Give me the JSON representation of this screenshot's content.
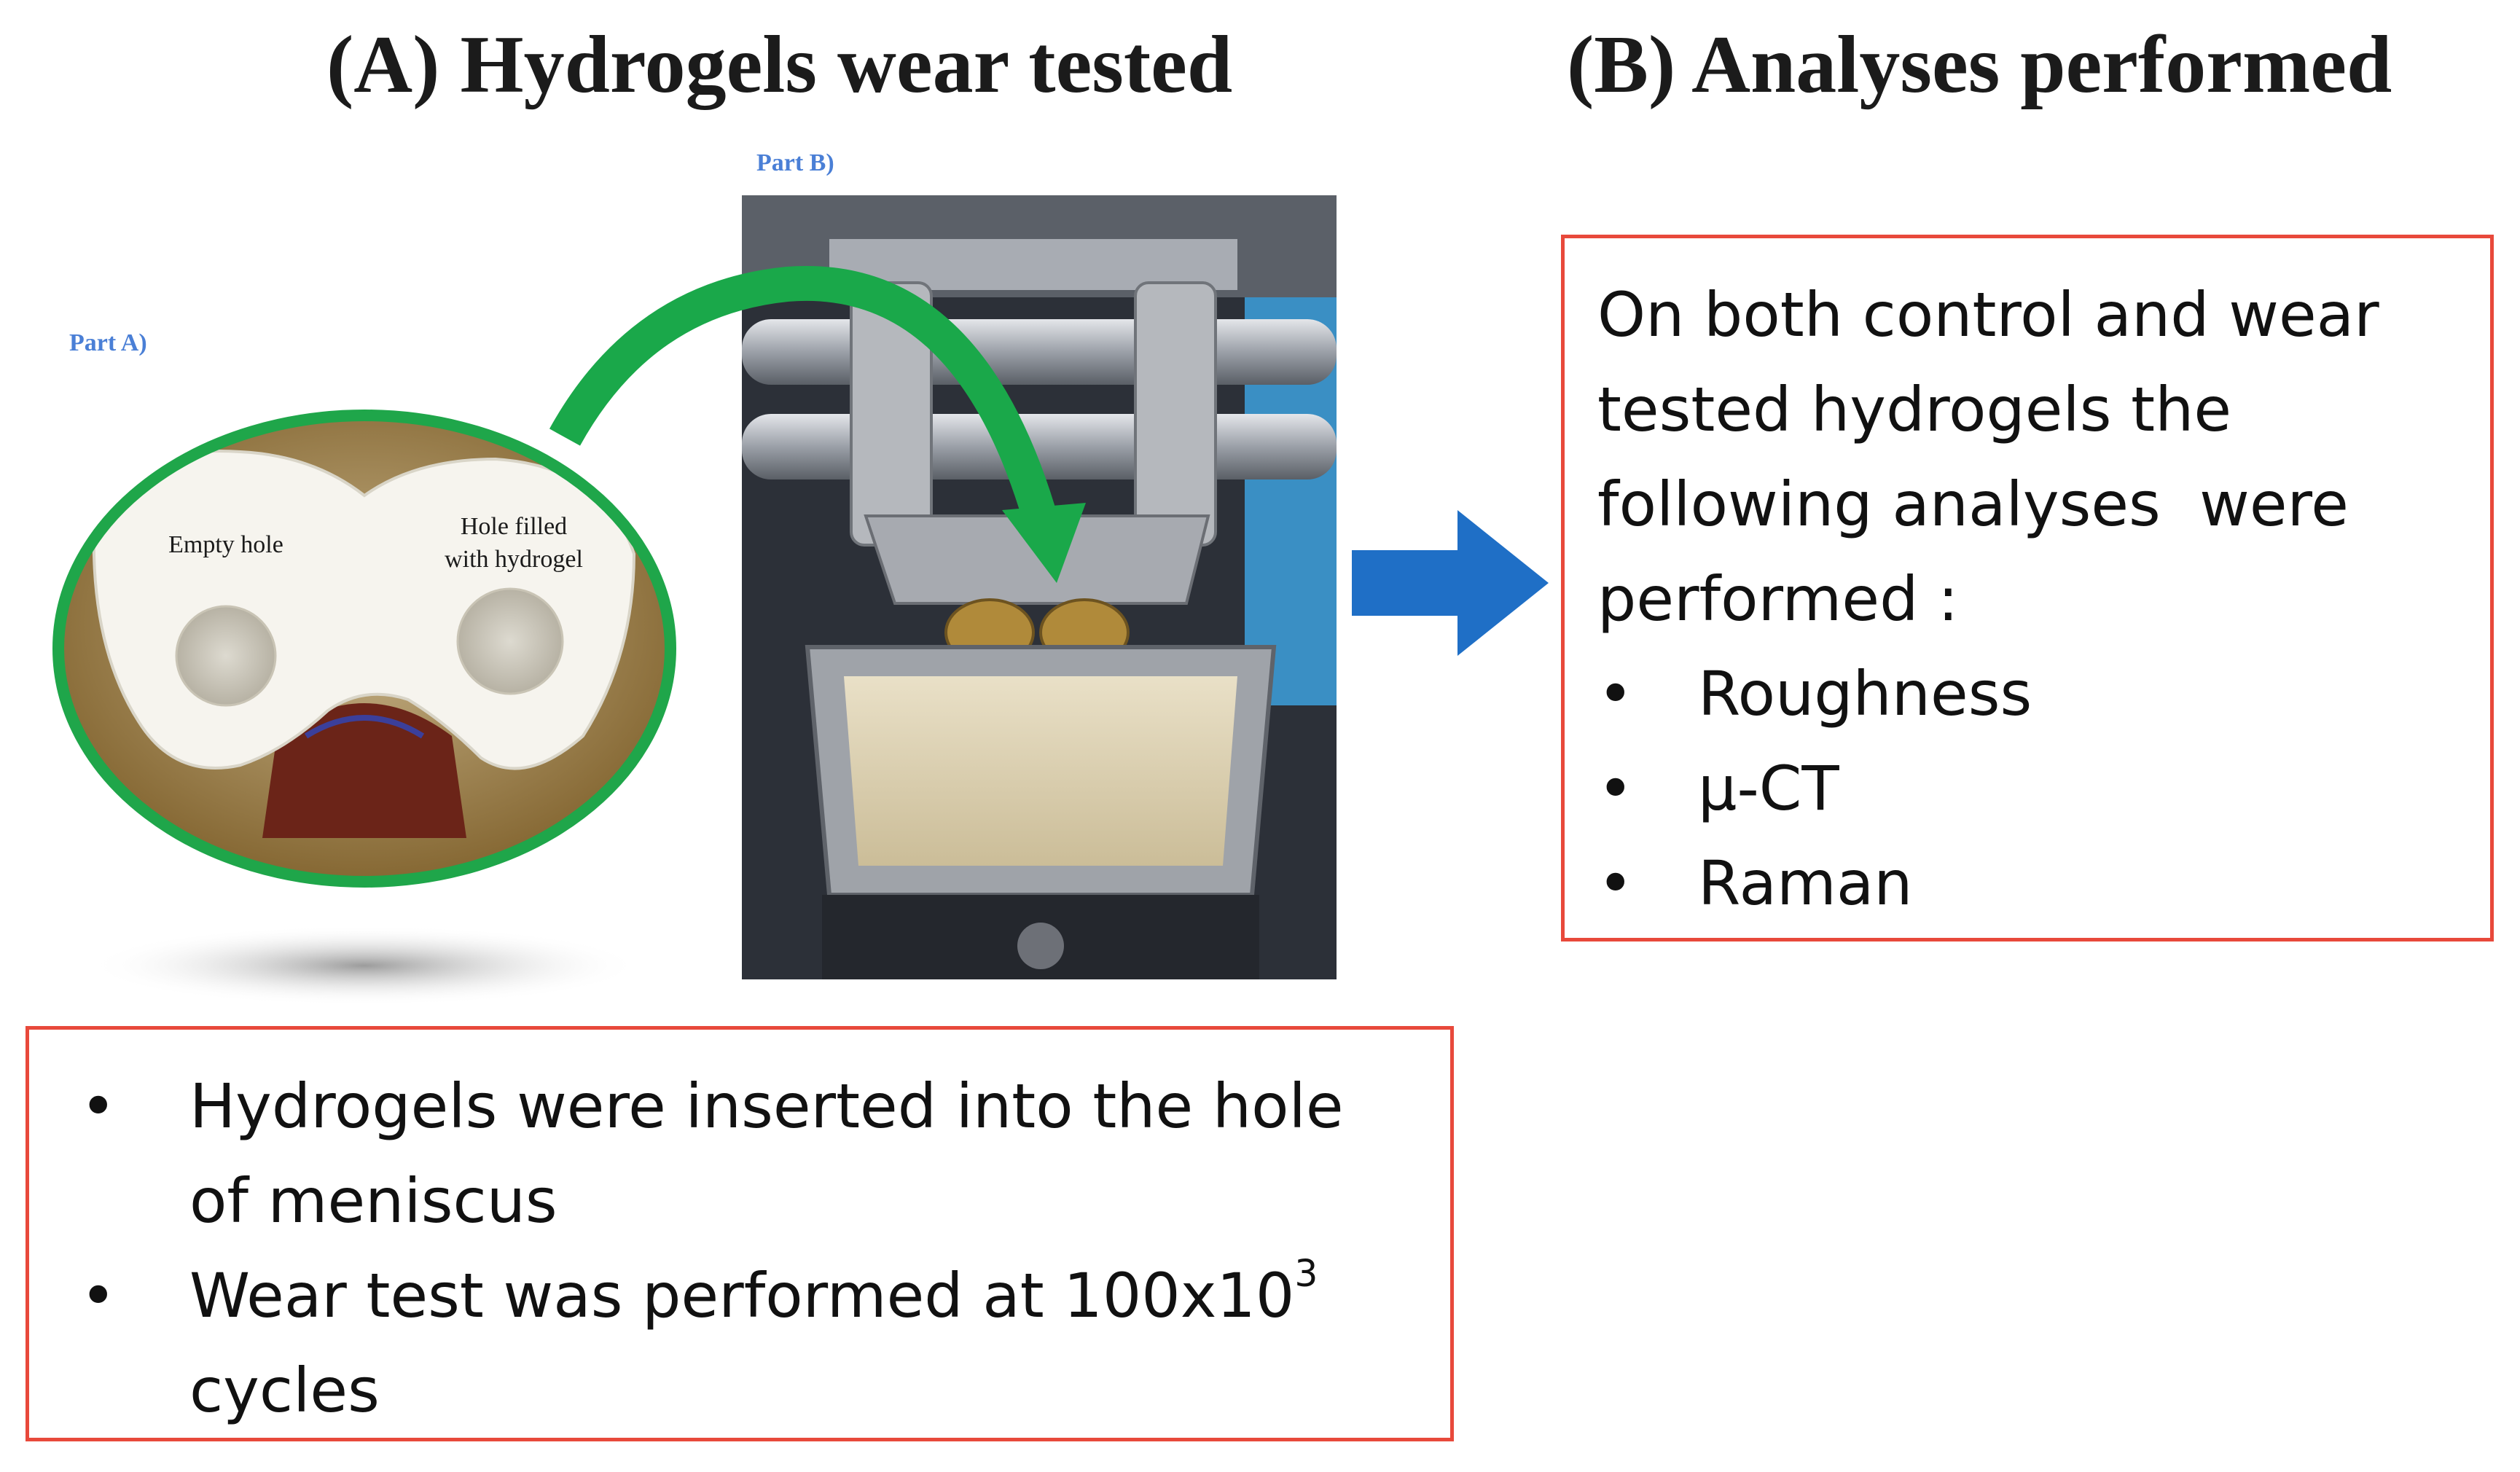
{
  "panel_a": {
    "title": "(A) Hydrogels wear tested",
    "part_label": "Part A)",
    "photo_label_left": "Empty hole",
    "photo_label_right_line1": "Hole filled",
    "photo_label_right_line2": "with hydrogel"
  },
  "panel_b": {
    "title": "(B) Analyses performed",
    "part_label": "Part B)"
  },
  "analyses_box": {
    "intro_lines": [
      "On both control and wear",
      "tested hydrogels the",
      "following analyses  were",
      "performed :"
    ],
    "items": [
      "Roughness",
      "µ-CT",
      "Raman"
    ]
  },
  "procedure_box": {
    "item1_line1": "Hydrogels were inserted into the hole",
    "item1_line2": "of meniscus",
    "item2_line1_prefix": "Wear test was performed at 100x10",
    "item2_line1_sup": "3",
    "item2_line2": "cycles"
  },
  "bullet": "•",
  "colors": {
    "box_border": "#e8493b",
    "arrow_blue": "#1f6fc6",
    "arrow_green": "#1aa84a",
    "ellipse_green": "#1fa64a",
    "part_label": "#4a7fd6"
  }
}
